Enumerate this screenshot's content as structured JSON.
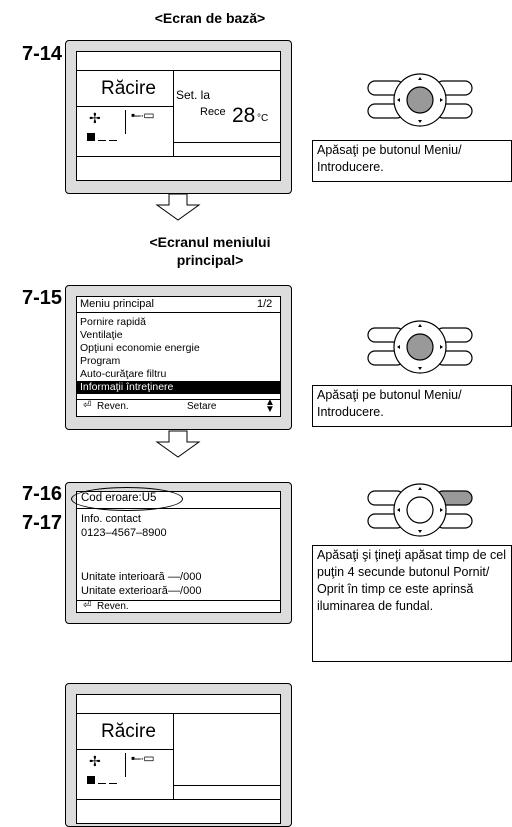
{
  "headers": {
    "basic_screen": "<Ecran de bază>",
    "main_menu_screen_line1": "<Ecranul meniului",
    "main_menu_screen_line2": "principal>"
  },
  "steps": {
    "s14": "7-14",
    "s15": "7-15",
    "s16": "7-16",
    "s17": "7-17"
  },
  "basic_screen": {
    "mode": "Răcire",
    "setpoint_label": "Set. la",
    "cool_label": "Rece",
    "temperature": "28",
    "unit": "°C"
  },
  "main_menu": {
    "title": "Meniu principal",
    "page": "1/2",
    "items": [
      "Pornire rapidă",
      "Ventilaţie",
      "Opţiuni economie energie",
      "Program",
      "Auto-curăţare filtru",
      "Informaţii întreţinere"
    ],
    "selected_index": 5,
    "footer_return": "Reven.",
    "footer_setting": "Setare"
  },
  "error_screen": {
    "error_code": "Cod eroare:U5",
    "contact_label": "Info. contact",
    "contact_phone": "0123–4567–8900",
    "indoor_unit": "Unitate interioară ––/000",
    "outdoor_unit": "Unitate exterioară––/000",
    "footer_return": "Reven."
  },
  "final_screen": {
    "mode": "Răcire"
  },
  "instructions": {
    "i14": "Apăsaţi pe butonul Meniu/ Introducere.",
    "i15": "Apăsaţi pe butonul Meniu/ Introducere.",
    "i16": "Apăsaţi şi ţineţi apăsat timp de cel puţin 4 secunde butonul Pornit/ Oprit în timp ce este aprinsă iluminarea de fundal."
  },
  "icons": {
    "fan": "fan-icon",
    "airflow": "airflow-direction-icon",
    "arrow_down": "arrow-down-icon",
    "return": "return-icon",
    "updown": "up-down-icon",
    "remote": "remote-buttons-icon"
  }
}
